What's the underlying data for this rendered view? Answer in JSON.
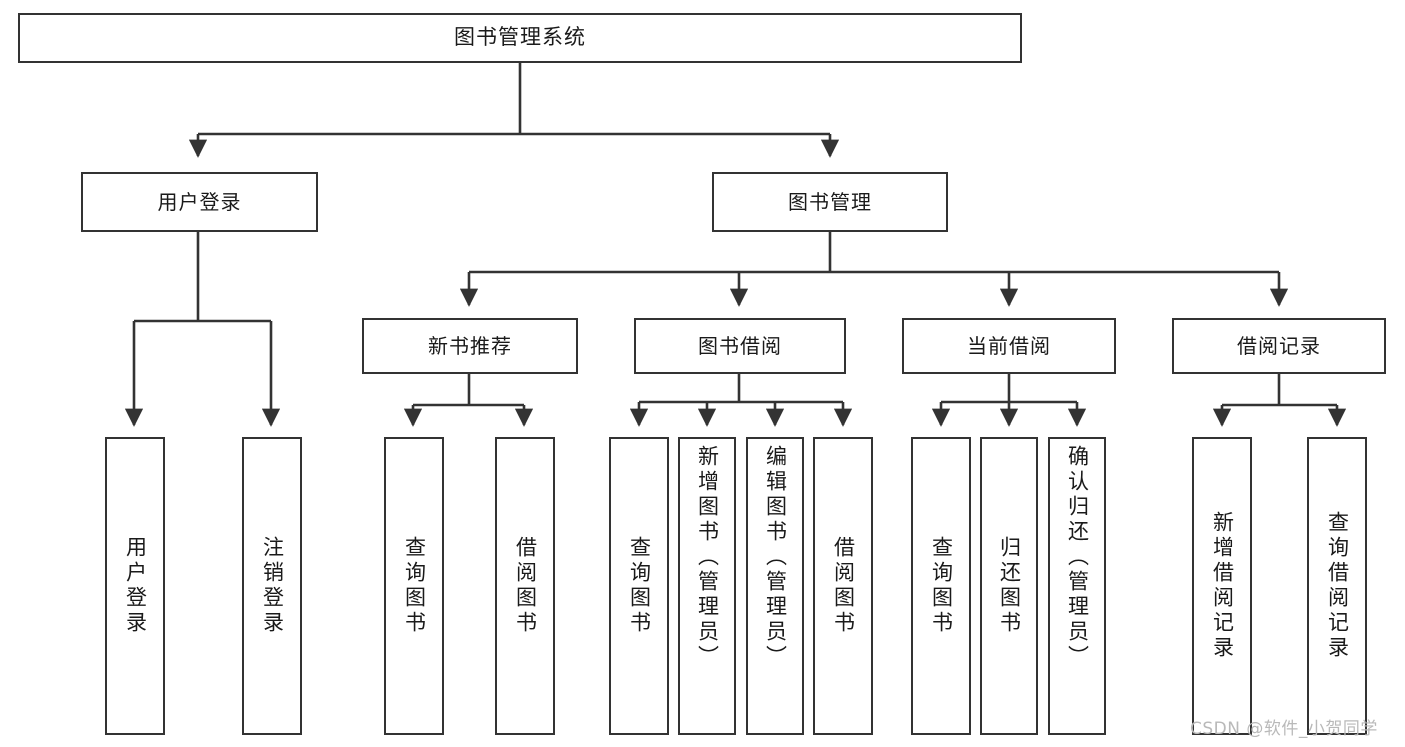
{
  "diagram": {
    "type": "tree-hierarchy",
    "title": "图书管理系统",
    "levels": 4,
    "root": {
      "id": "root",
      "label": "图书管理系统",
      "orientation": "horizontal"
    },
    "level2": [
      {
        "id": "user-login",
        "label": "用户登录",
        "orientation": "horizontal"
      },
      {
        "id": "book-management",
        "label": "图书管理",
        "orientation": "horizontal"
      }
    ],
    "level3": [
      {
        "id": "new-book-recommend",
        "label": "新书推荐",
        "orientation": "horizontal",
        "parent": "book-management"
      },
      {
        "id": "book-borrow",
        "label": "图书借阅",
        "orientation": "horizontal",
        "parent": "book-management"
      },
      {
        "id": "current-borrow",
        "label": "当前借阅",
        "orientation": "horizontal",
        "parent": "book-management"
      },
      {
        "id": "borrow-record",
        "label": "借阅记录",
        "orientation": "horizontal",
        "parent": "book-management"
      }
    ],
    "leaves": [
      {
        "id": "leaf-user-login",
        "label": "用户登录",
        "parent": "user-login",
        "orientation": "vertical",
        "align": "center"
      },
      {
        "id": "leaf-logout-login",
        "label": "注销登录",
        "parent": "user-login",
        "orientation": "vertical",
        "align": "center"
      },
      {
        "id": "leaf-query-book-1",
        "label": "查询图书",
        "parent": "new-book-recommend",
        "orientation": "vertical",
        "align": "center"
      },
      {
        "id": "leaf-borrow-book-1",
        "label": "借阅图书",
        "parent": "new-book-recommend",
        "orientation": "vertical",
        "align": "center"
      },
      {
        "id": "leaf-query-book-2",
        "label": "查询图书",
        "parent": "book-borrow",
        "orientation": "vertical",
        "align": "center"
      },
      {
        "id": "leaf-add-book-admin",
        "label": "新增图书（管理员）",
        "parent": "book-borrow",
        "orientation": "vertical",
        "align": "top"
      },
      {
        "id": "leaf-edit-book-admin",
        "label": "编辑图书（管理员）",
        "parent": "book-borrow",
        "orientation": "vertical",
        "align": "top"
      },
      {
        "id": "leaf-borrow-book-2",
        "label": "借阅图书",
        "parent": "book-borrow",
        "orientation": "vertical",
        "align": "center"
      },
      {
        "id": "leaf-query-book-3",
        "label": "查询图书",
        "parent": "current-borrow",
        "orientation": "vertical",
        "align": "center"
      },
      {
        "id": "leaf-return-book",
        "label": "归还图书",
        "parent": "current-borrow",
        "orientation": "vertical",
        "align": "center"
      },
      {
        "id": "leaf-confirm-return-admin",
        "label": "确认归还（管理员）",
        "parent": "current-borrow",
        "orientation": "vertical",
        "align": "top"
      },
      {
        "id": "leaf-add-borrow-record",
        "label": "新增借阅记录",
        "parent": "borrow-record",
        "orientation": "vertical",
        "align": "center"
      },
      {
        "id": "leaf-query-borrow-record",
        "label": "查询借阅记录",
        "parent": "borrow-record",
        "orientation": "vertical",
        "align": "center"
      }
    ]
  },
  "watermark": {
    "text": "CSDN @软件_小贺同学"
  },
  "colors": {
    "stroke": "#333333",
    "box_fill": "#ffffff",
    "text": "#1a1a1a",
    "background": "#ffffff",
    "watermark": "#b9b9b9"
  }
}
